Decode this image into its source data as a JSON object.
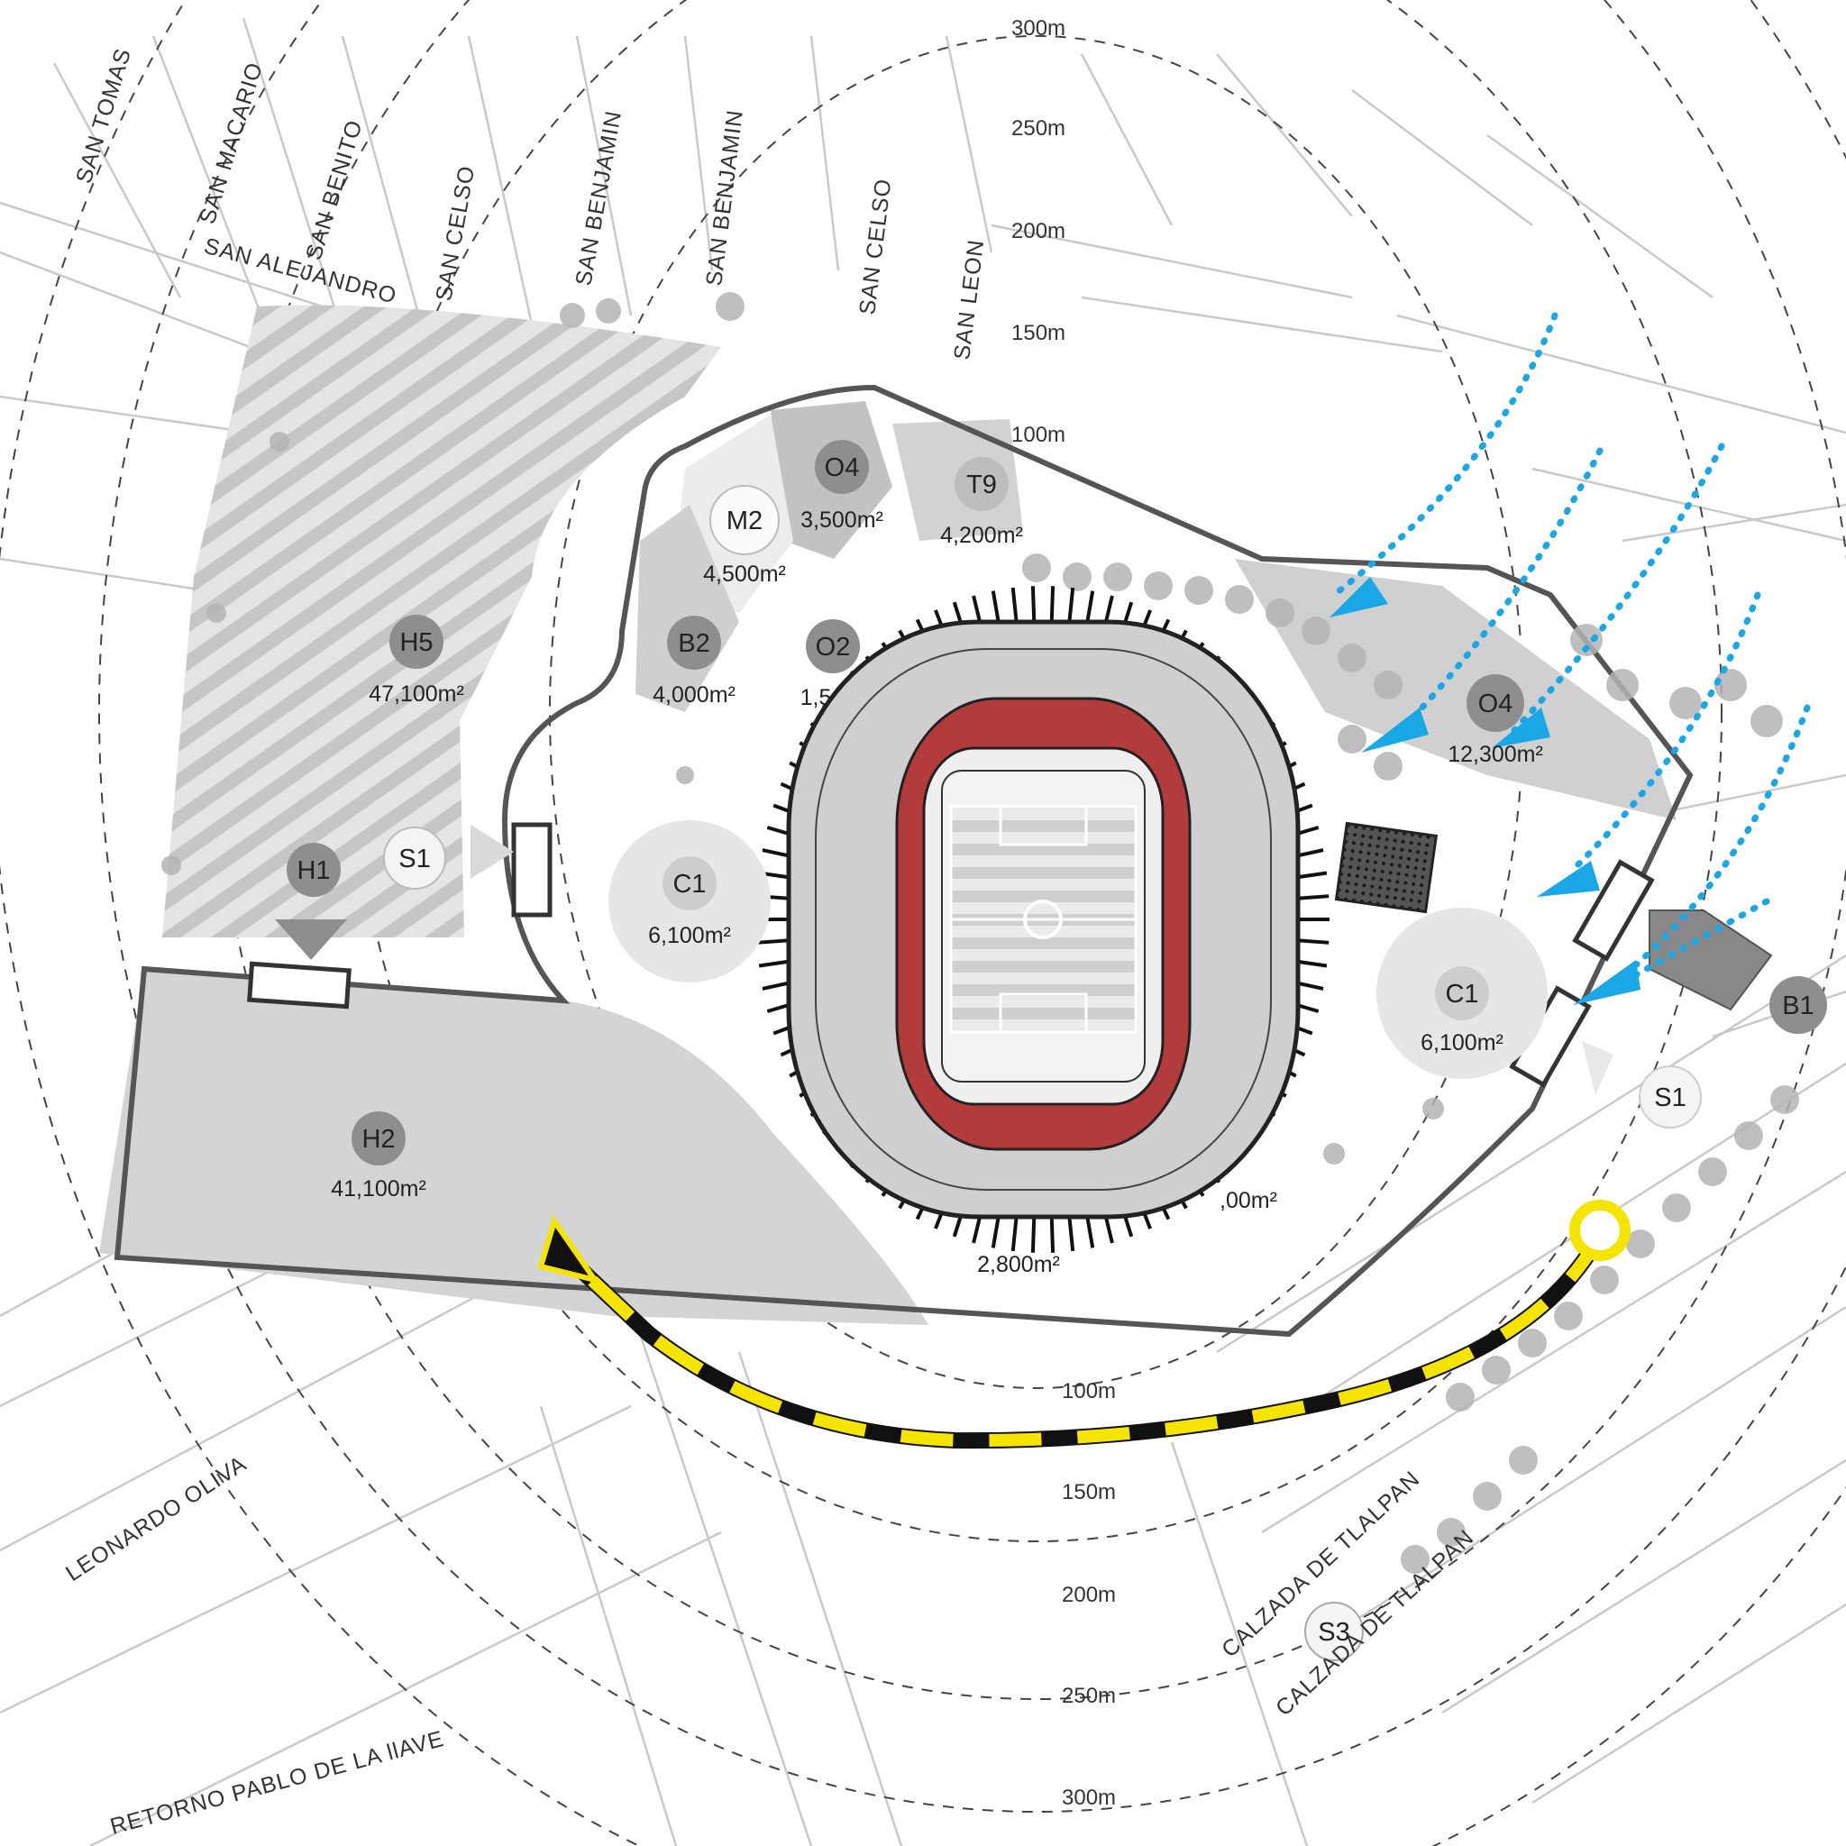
{
  "distance_rings": {
    "north": [
      "300m",
      "250m",
      "200m",
      "150m",
      "100m"
    ],
    "south": [
      "100m",
      "150m",
      "200m",
      "250m",
      "300m"
    ]
  },
  "streets": {
    "san_tomas": "SAN TOMAS",
    "san_macario": "SAN MACARIO",
    "san_benito": "SAN BENITO",
    "san_alejandro": "SAN ALEJANDRO",
    "san_celso_1": "SAN CELSO",
    "san_benjamin_1": "SAN BENJAMIN",
    "san_benjamin_2": "SAN BENJAMIN",
    "san_celso_2": "SAN CELSO",
    "san_leon": "SAN LEON",
    "leonardo_oliva": "LEONARDO OLIVA",
    "retorno_pablo": "RETORNO PABLO DE LA llAVE",
    "calzada_1": "CALZADA DE TLALPAN",
    "calzada_2": "CALZADA DE TLALPAN"
  },
  "zones": {
    "h5": {
      "code": "H5",
      "area": "47,100m²"
    },
    "h2": {
      "code": "H2",
      "area": "41,100m²"
    },
    "h1": {
      "code": "H1"
    },
    "s1_west": {
      "code": "S1"
    },
    "m2": {
      "code": "M2",
      "area": "4,500m²"
    },
    "o4_north": {
      "code": "O4",
      "area": "3,500m²"
    },
    "t9": {
      "code": "T9",
      "area": "4,200m²"
    },
    "b2": {
      "code": "B2",
      "area": "4,000m²"
    },
    "o2": {
      "code": "O2",
      "area": "1,5"
    },
    "c1_west": {
      "code": "C1",
      "area": "6,100m²"
    },
    "o4_east": {
      "code": "O4",
      "area": "12,300m²"
    },
    "c1_east": {
      "code": "C1",
      "area": "6,100m²"
    },
    "s1_east": {
      "code": "S1"
    },
    "b1": {
      "code": "B1"
    },
    "s3": {
      "code": "S3"
    },
    "stadium_south": {
      "area": "2,800m²"
    },
    "stadium_east": {
      "area": ",00m²"
    }
  },
  "colors": {
    "route": "#f5e400",
    "arrows": "#1aa7e6",
    "zone_fill": "#d6d6d6",
    "boundary": "#555555"
  },
  "icons": [
    "stadium-icon",
    "soccer-pitch-icon",
    "pedestrian-arrow-icon",
    "origin-point-icon"
  ]
}
